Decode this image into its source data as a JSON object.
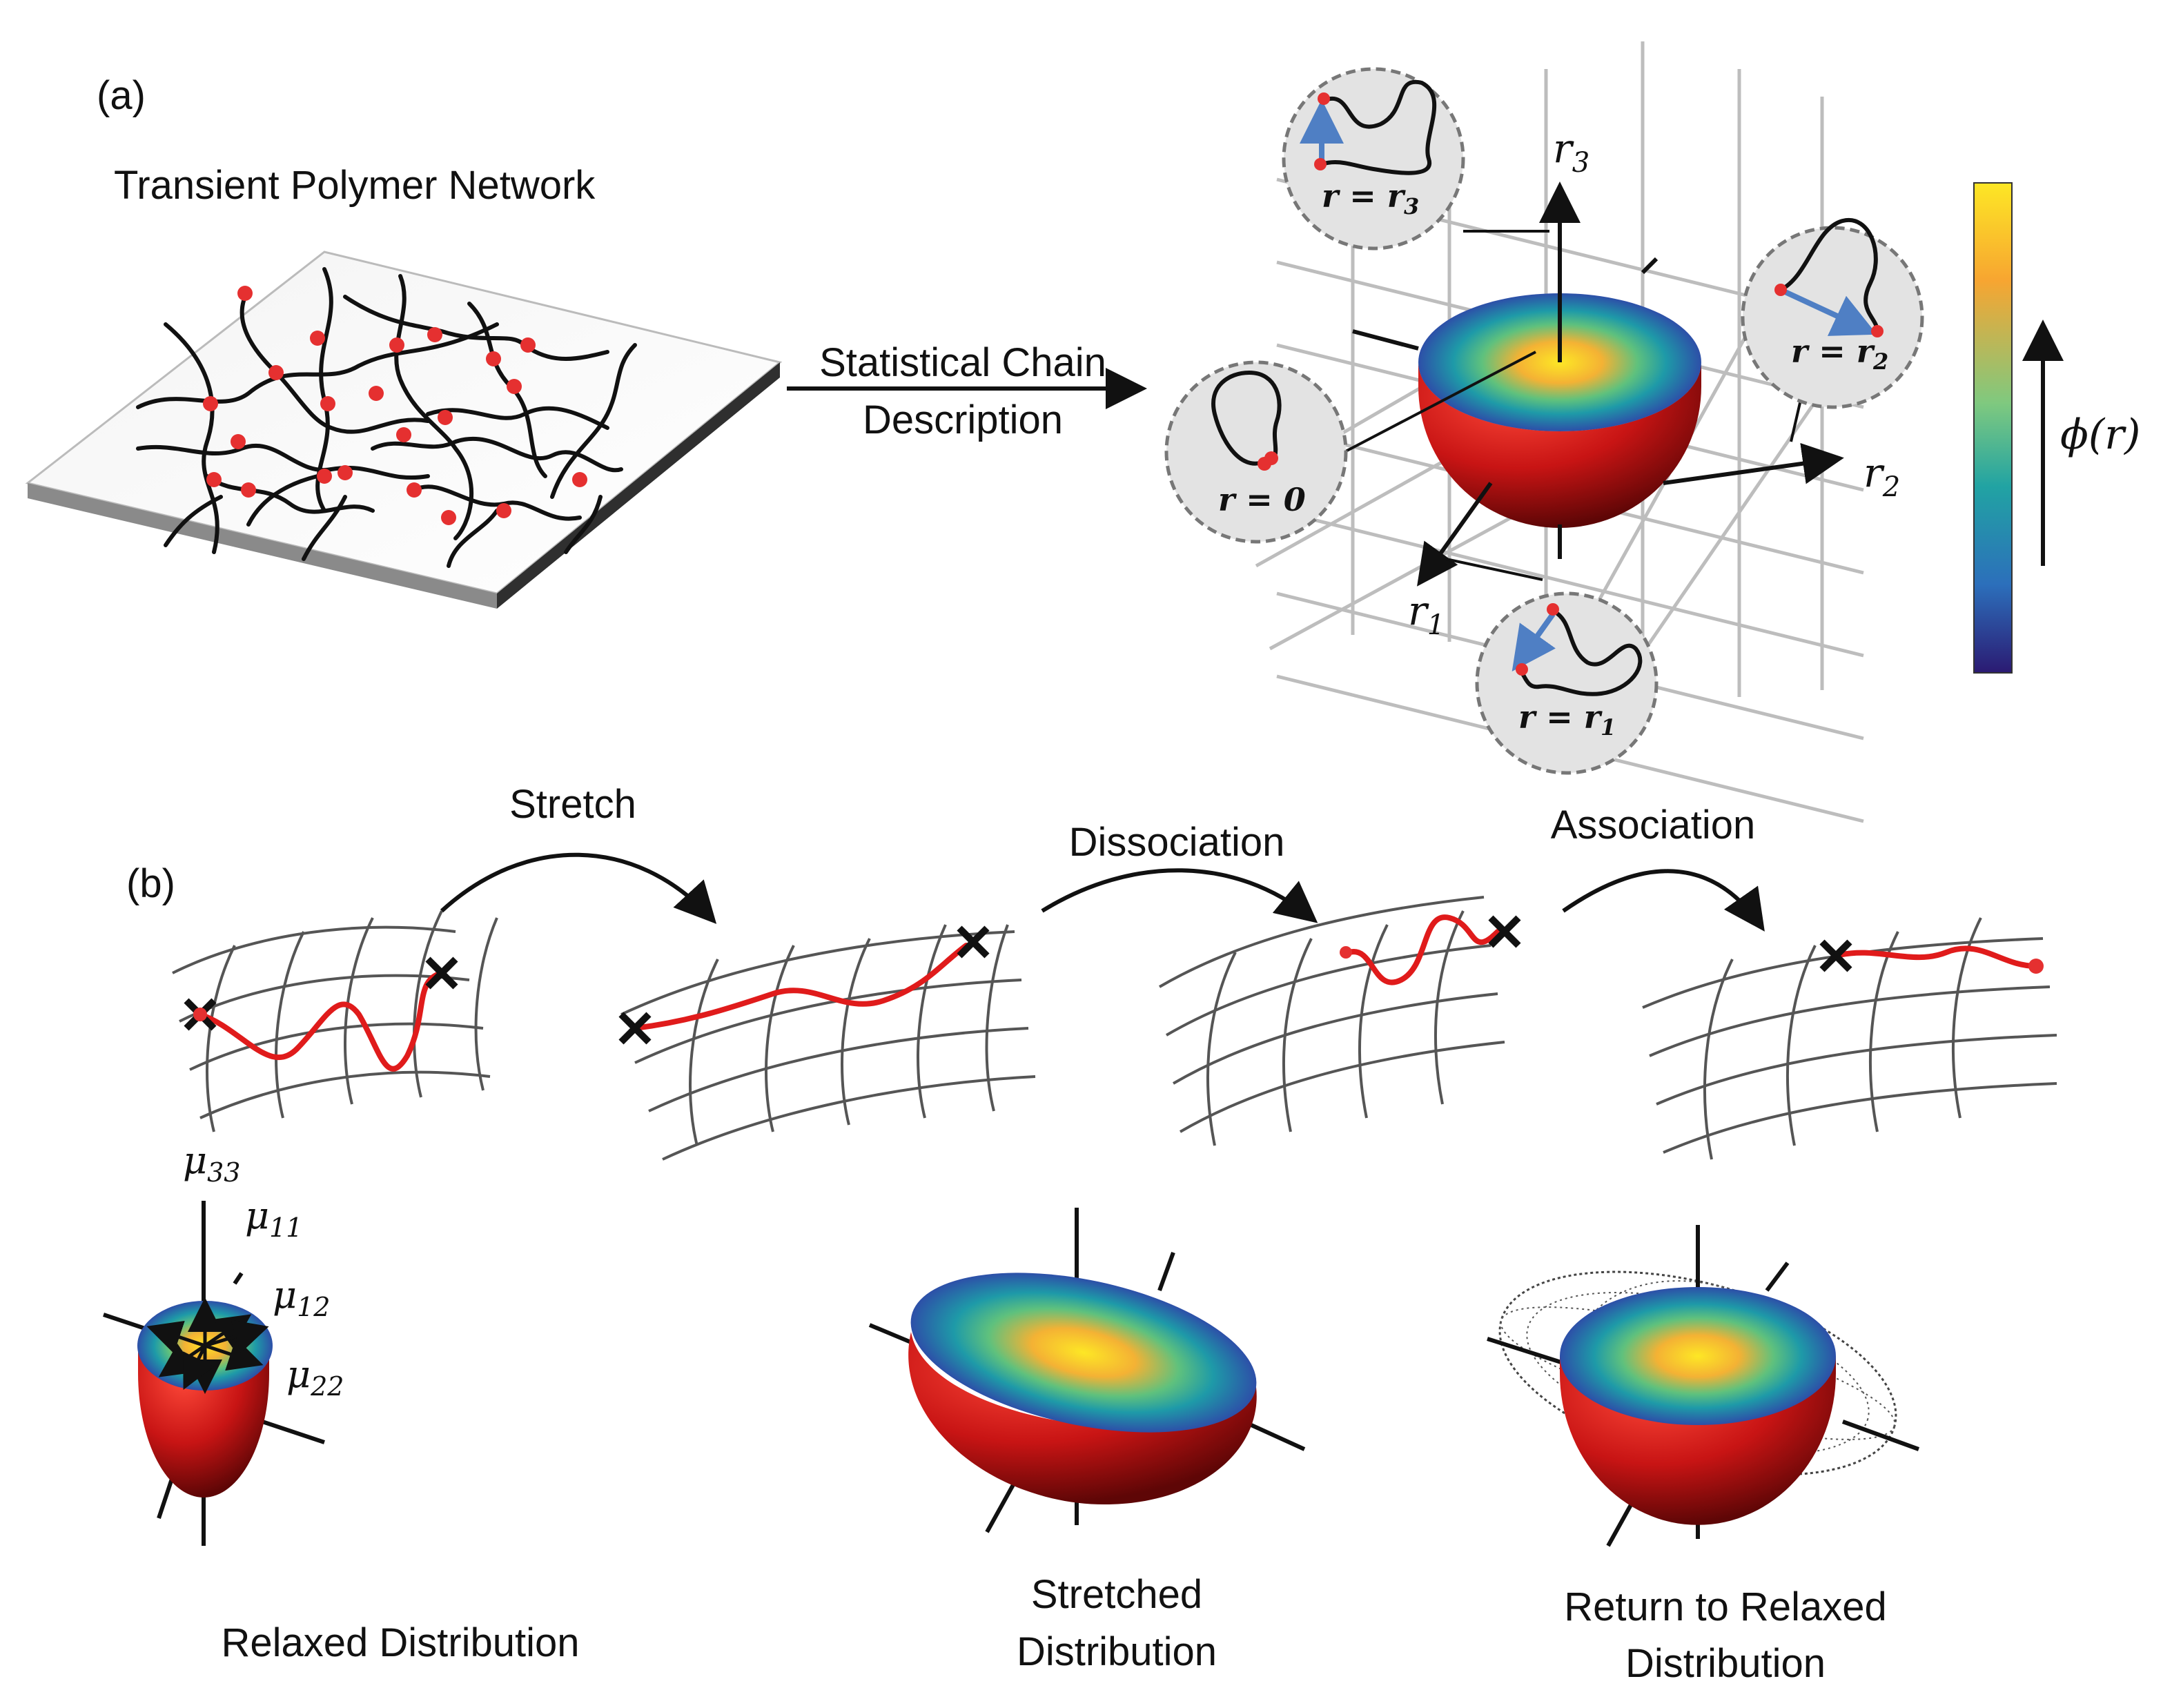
{
  "panel_a": {
    "label": "(a)",
    "network_title": "Transient Polymer Network",
    "arrow_text_line1": "Statistical Chain",
    "arrow_text_line2": "Description",
    "axis_r1": "r",
    "axis_r1_sub": "1",
    "axis_r2": "r",
    "axis_r2_sub": "2",
    "axis_r3": "r",
    "axis_r3_sub": "3",
    "inset_zero": "r = 0",
    "inset_r1": "r = r",
    "inset_r1_sub": "1",
    "inset_r2": "r = r",
    "inset_r2_sub": "2",
    "inset_r3": "r = r",
    "inset_r3_sub": "3",
    "colorbar_label": "ϕ(r)",
    "colorbar_colors": [
      "#fde725",
      "#f7a531",
      "#7fc97f",
      "#21a3a3",
      "#2c6fbb",
      "#2b1a72"
    ]
  },
  "panel_b": {
    "label": "(b)",
    "step1": "Stretch",
    "step2": "Dissociation",
    "step3": "Association",
    "mu33": "μ",
    "mu33_sub": "33",
    "mu11": "μ",
    "mu11_sub": "11",
    "mu12": "μ",
    "mu12_sub": "12",
    "mu22": "μ",
    "mu22_sub": "22",
    "caption1": "Relaxed Distribution",
    "caption2_line1": "Stretched",
    "caption2_line2": "Distribution",
    "caption3_line1": "Return to Relaxed",
    "caption3_line2": "Distribution"
  },
  "colors": {
    "crosslink": "#e53030",
    "hemisphere_red": "#c81414",
    "vector_blue": "#4f7fc4"
  }
}
